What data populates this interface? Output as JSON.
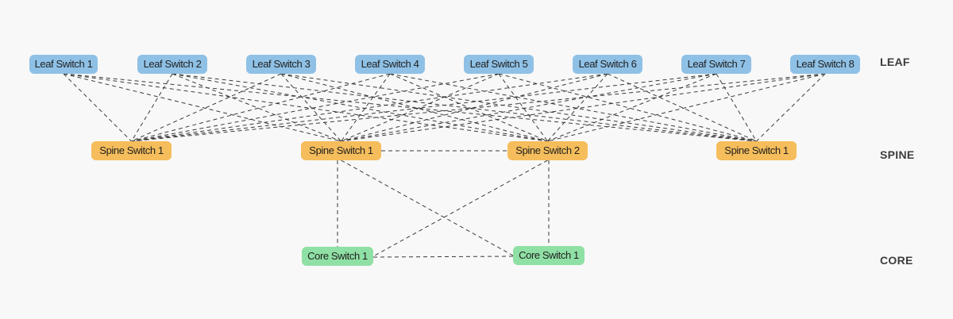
{
  "tiers": {
    "leaf": "LEAF",
    "spine": "SPINE",
    "core": "CORE"
  },
  "nodes": {
    "leaf": [
      "Leaf Switch 1",
      "Leaf Switch 2",
      "Leaf Switch 3",
      "Leaf Switch 4",
      "Leaf Switch 5",
      "Leaf Switch 6",
      "Leaf Switch 7",
      "Leaf Switch 8"
    ],
    "spine": [
      "Spine Switch 1",
      "Spine Switch 1",
      "Spine Switch 2",
      "Spine Switch 1"
    ],
    "core": [
      "Core Switch 1",
      "Core Switch 1"
    ]
  },
  "colors": {
    "leaf": "#8fc1e6",
    "spine": "#f5bd5b",
    "core": "#8fe0a4",
    "link": "#3a3a3a"
  },
  "links": {
    "leaf_to_spine": "all leaf switches connect to all spine switches",
    "spine_to_spine": [
      [
        1,
        2
      ]
    ],
    "spine_to_core": [
      [
        1,
        0
      ],
      [
        1,
        1
      ],
      [
        2,
        0
      ],
      [
        2,
        1
      ]
    ],
    "core_to_core": [
      [
        0,
        1
      ]
    ],
    "style": "dashed"
  }
}
